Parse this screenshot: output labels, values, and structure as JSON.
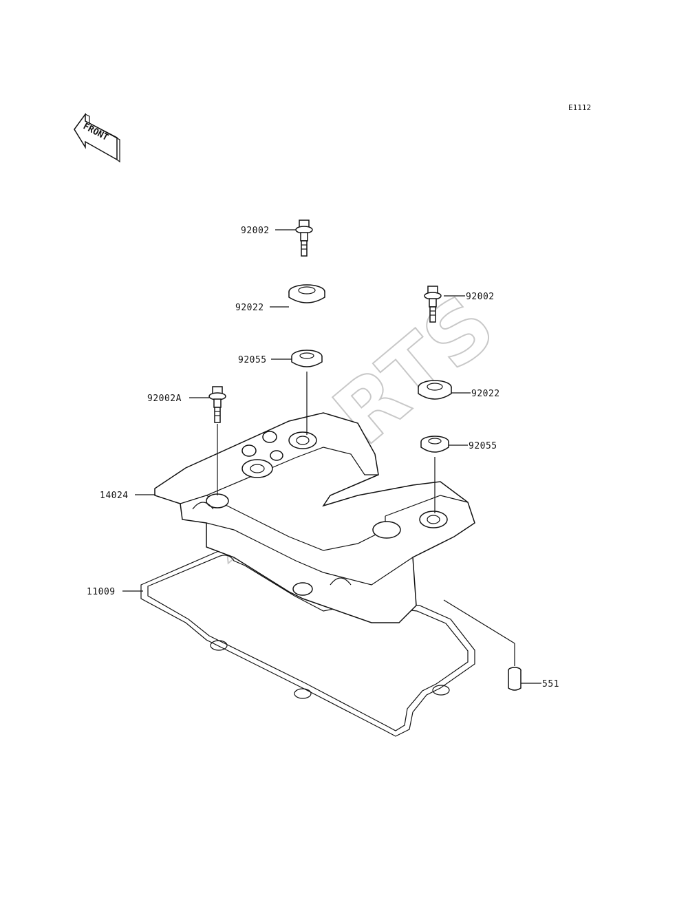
{
  "diagram": {
    "ref_code": "E1112",
    "front_label": "FRONT",
    "watermark": "XPARTS",
    "labels": {
      "bolt_top": "92002",
      "washer_top": "92022",
      "grommet_top": "92055",
      "bolt_right": "92002",
      "washer_right": "92022",
      "grommet_right": "92055",
      "bolt_a": "92002A",
      "cover": "14024",
      "gasket": "11009",
      "plug": "551"
    }
  }
}
